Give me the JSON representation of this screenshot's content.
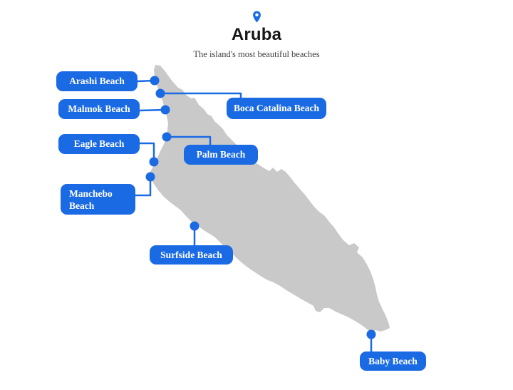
{
  "header": {
    "pin_icon": "location-pin-icon",
    "title": "Aruba",
    "subtitle": "The island's most beautiful beaches"
  },
  "island": {
    "name": "Aruba"
  },
  "colors": {
    "accent_blue": "#1a6ae4",
    "label_text": "#ffffff",
    "island_gray": "#c9c9c9",
    "title_text": "#161616",
    "subtitle_text": "#3e3e3e",
    "background": "#ffffff"
  },
  "map": {
    "beaches": [
      {
        "id": "arashi",
        "name": "Arashi Beach"
      },
      {
        "id": "malmok",
        "name": "Malmok Beach"
      },
      {
        "id": "boca-catalina",
        "name": "Boca Catalina Beach"
      },
      {
        "id": "eagle",
        "name": "Eagle Beach"
      },
      {
        "id": "palm",
        "name": "Palm Beach"
      },
      {
        "id": "manchebo",
        "name": "Manchebo Beach"
      },
      {
        "id": "surfside",
        "name": "Surfside Beach"
      },
      {
        "id": "baby",
        "name": "Baby Beach"
      }
    ]
  }
}
